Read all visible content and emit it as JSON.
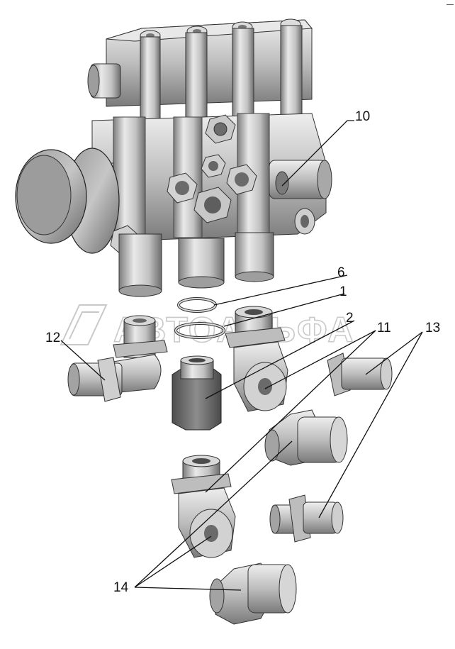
{
  "corner_mark": "—",
  "watermark": {
    "text": "АВТОАЛЬФА"
  },
  "callouts": {
    "c10": "10",
    "c6": "6",
    "c1": "1",
    "c2": "2",
    "c11": "11",
    "c12": "12",
    "c13": "13",
    "c14": "14"
  },
  "colors": {
    "metal_light": "#e6e6e6",
    "metal_mid": "#bdbdbd",
    "metal_dark": "#8e8e8e",
    "metal_shadow": "#5f5f5f",
    "lines": "#111111"
  }
}
